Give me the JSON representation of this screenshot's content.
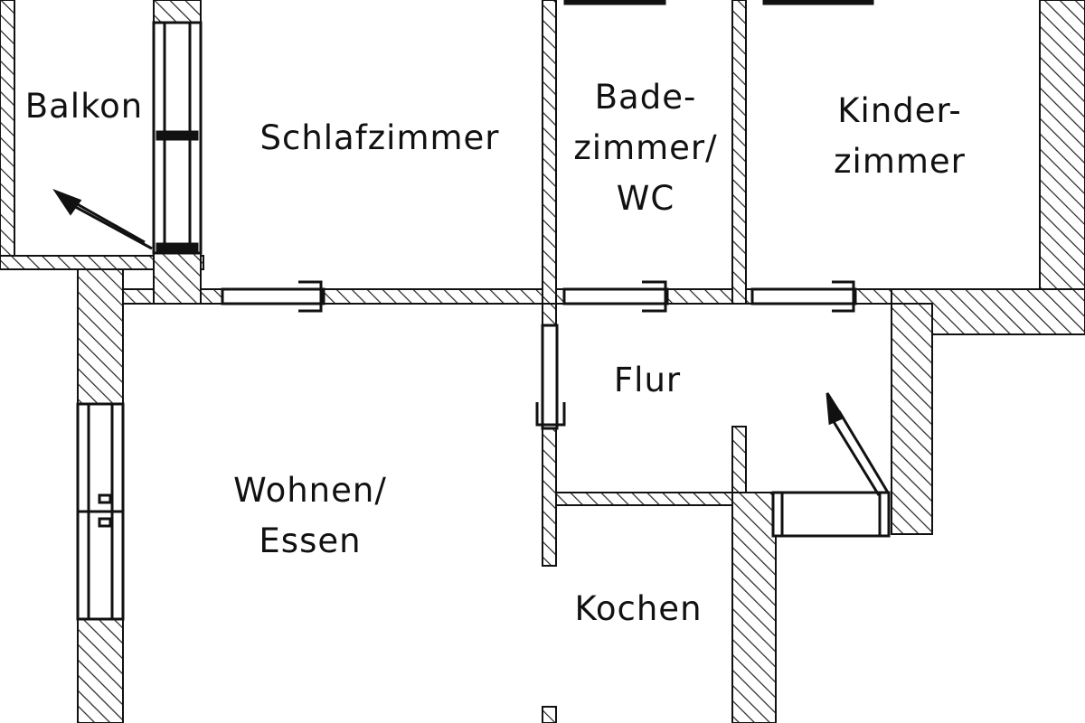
{
  "rooms": {
    "balkon": [
      "Balkon"
    ],
    "schlafzimmer": [
      "Schlafzimmer"
    ],
    "badezimmer": [
      "Bade-",
      "zimmer/",
      "WC"
    ],
    "kinderzimmer": [
      "Kinder-",
      "zimmer"
    ],
    "flur": [
      "Flur"
    ],
    "wohnen": [
      "Wohnen/",
      "Essen"
    ],
    "kochen": [
      "Kochen"
    ]
  },
  "colors": {
    "wall": "#111111",
    "hatch": "#222222",
    "background": "#ffffff"
  }
}
